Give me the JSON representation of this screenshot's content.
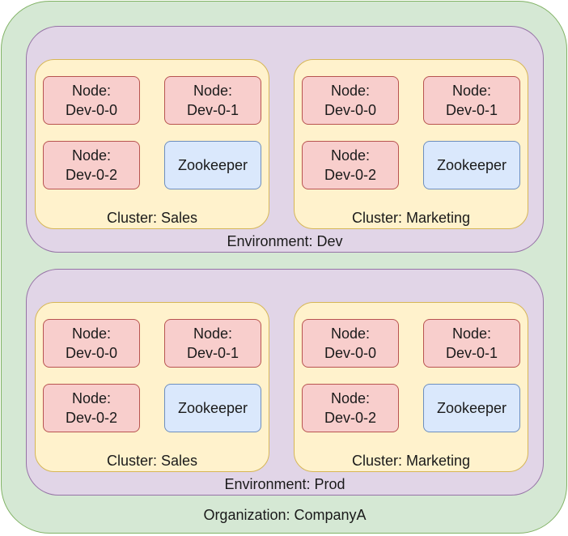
{
  "organization": {
    "label": "Organization: CompanyA"
  },
  "environments": [
    {
      "label": "Environment:  Dev",
      "clusters": [
        {
          "label": "Cluster: Sales",
          "nodes": [
            {
              "line1": "Node:",
              "line2": "Dev-0-0"
            },
            {
              "line1": "Node:",
              "line2": "Dev-0-1"
            },
            {
              "line1": "Node:",
              "line2": "Dev-0-2"
            }
          ],
          "zookeeper": "Zookeeper"
        },
        {
          "label": "Cluster: Marketing",
          "nodes": [
            {
              "line1": "Node:",
              "line2": "Dev-0-0"
            },
            {
              "line1": "Node:",
              "line2": "Dev-0-1"
            },
            {
              "line1": "Node:",
              "line2": "Dev-0-2"
            }
          ],
          "zookeeper": "Zookeeper"
        }
      ]
    },
    {
      "label": "Environment:  Prod",
      "clusters": [
        {
          "label": "Cluster: Sales",
          "nodes": [
            {
              "line1": "Node:",
              "line2": "Dev-0-0"
            },
            {
              "line1": "Node:",
              "line2": "Dev-0-1"
            },
            {
              "line1": "Node:",
              "line2": "Dev-0-2"
            }
          ],
          "zookeeper": "Zookeeper"
        },
        {
          "label": "Cluster: Marketing",
          "nodes": [
            {
              "line1": "Node:",
              "line2": "Dev-0-0"
            },
            {
              "line1": "Node:",
              "line2": "Dev-0-1"
            },
            {
              "line1": "Node:",
              "line2": "Dev-0-2"
            }
          ],
          "zookeeper": "Zookeeper"
        }
      ]
    }
  ],
  "colors": {
    "organization_fill": "#d5e8d4",
    "organization_stroke": "#82b366",
    "environment_fill": "#e1d5e7",
    "environment_stroke": "#9673a6",
    "cluster_fill": "#fff2cc",
    "cluster_stroke": "#d6b656",
    "node_fill": "#f8cecc",
    "node_stroke": "#b85450",
    "zookeeper_fill": "#dae8fc",
    "zookeeper_stroke": "#6c8ebf"
  }
}
